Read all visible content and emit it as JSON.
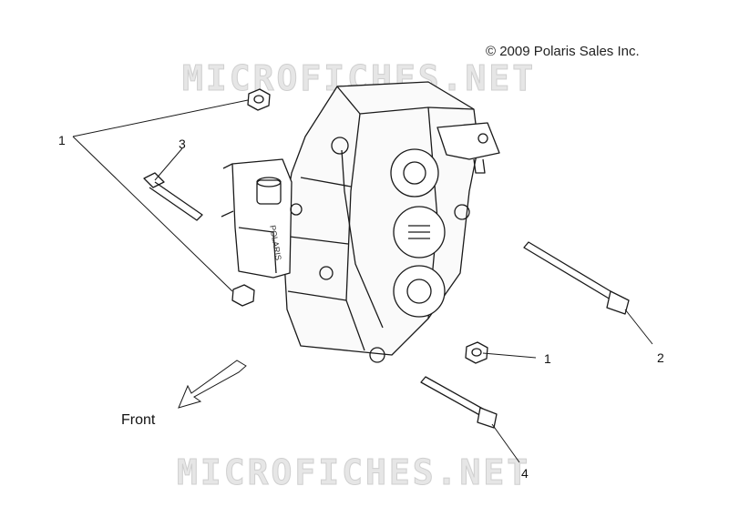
{
  "copyright": "© 2009 Polaris Sales Inc.",
  "watermark_text": "MICROFICHES.NET",
  "front_label": "Front",
  "callouts": [
    {
      "id": "callout-1-upper",
      "label": "1"
    },
    {
      "id": "callout-3",
      "label": "3"
    },
    {
      "id": "callout-1-right",
      "label": "1"
    },
    {
      "id": "callout-2",
      "label": "2"
    },
    {
      "id": "callout-4",
      "label": "4"
    }
  ],
  "housing_brand": "POLARIS",
  "colors": {
    "line": "#1a1a1a",
    "watermark": "#e6e6e6"
  }
}
